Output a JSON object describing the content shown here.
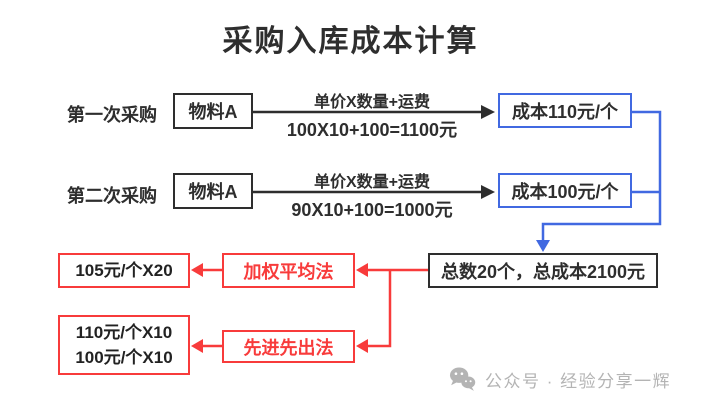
{
  "title": "采购入库成本计算",
  "colors": {
    "blue": "#4169E1",
    "red": "#F83B3B",
    "dark": "#2E2E2E",
    "gray": "#B4B4B4"
  },
  "purchases": [
    {
      "label": "第一次采购",
      "item": "物料A",
      "formula_label": "单价X数量+运费",
      "formula_calc": "100X10+100=1100元",
      "result": "成本110元/个"
    },
    {
      "label": "第二次采购",
      "item": "物料A",
      "formula_label": "单价X数量+运费",
      "formula_calc": "90X10+100=1000元",
      "result": "成本100元/个"
    }
  ],
  "total": {
    "text": "总数20个，总成本2100元"
  },
  "methods": [
    {
      "name": "加权平均法",
      "lines": [
        "105元/个X20"
      ]
    },
    {
      "name": "先进先出法",
      "lines": [
        "110元/个X10",
        "100元/个X10"
      ]
    }
  ],
  "watermark": {
    "icon": "wechat-icon",
    "text": "公众号 · 经验分享一辉"
  }
}
